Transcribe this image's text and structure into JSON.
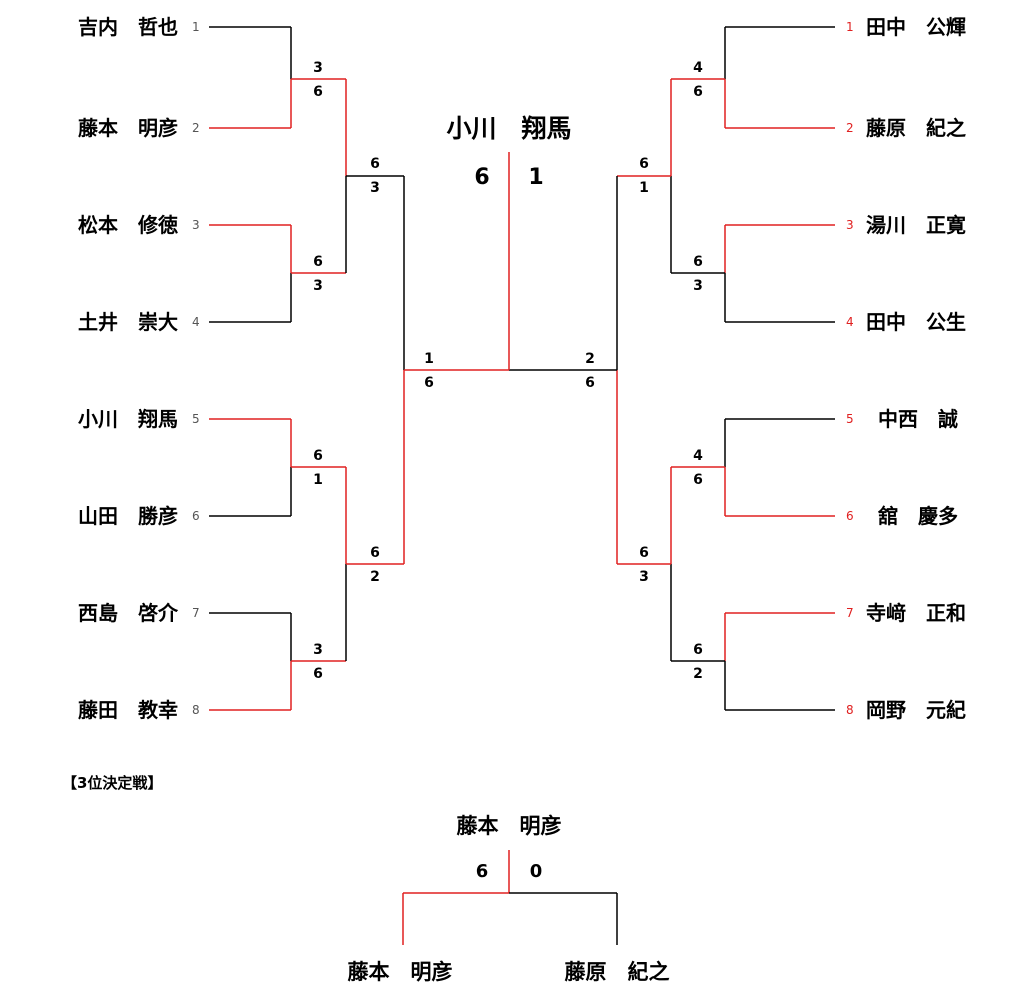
{
  "colors": {
    "win": "#e02020",
    "lose": "#000000",
    "seed_left": "#555555",
    "seed_right": "#e02020"
  },
  "left": {
    "players": [
      {
        "seed": "1",
        "name": "吉内　哲也"
      },
      {
        "seed": "2",
        "name": "藤本　明彦"
      },
      {
        "seed": "3",
        "name": "松本　修徳"
      },
      {
        "seed": "4",
        "name": "土井　崇大"
      },
      {
        "seed": "5",
        "name": "小川　翔馬"
      },
      {
        "seed": "6",
        "name": "山田　勝彦"
      },
      {
        "seed": "7",
        "name": "西島　啓介"
      },
      {
        "seed": "8",
        "name": "藤田　教幸"
      }
    ],
    "r1": [
      {
        "top": "3",
        "bottom": "6"
      },
      {
        "top": "6",
        "bottom": "3"
      },
      {
        "top": "6",
        "bottom": "1"
      },
      {
        "top": "3",
        "bottom": "6"
      }
    ],
    "r2": [
      {
        "top": "6",
        "bottom": "3"
      },
      {
        "top": "6",
        "bottom": "2"
      }
    ],
    "semi": {
      "top": "1",
      "bottom": "6"
    }
  },
  "right": {
    "players": [
      {
        "seed": "1",
        "name": "田中　公輝"
      },
      {
        "seed": "2",
        "name": "藤原　紀之"
      },
      {
        "seed": "3",
        "name": "湯川　正寛"
      },
      {
        "seed": "4",
        "name": "田中　公生"
      },
      {
        "seed": "5",
        "name": "中西　誠"
      },
      {
        "seed": "6",
        "name": "舘　慶多"
      },
      {
        "seed": "7",
        "name": "寺﨑　正和"
      },
      {
        "seed": "8",
        "name": "岡野　元紀"
      }
    ],
    "r1": [
      {
        "top": "4",
        "bottom": "6"
      },
      {
        "top": "6",
        "bottom": "3"
      },
      {
        "top": "4",
        "bottom": "6"
      },
      {
        "top": "6",
        "bottom": "2"
      }
    ],
    "r2": [
      {
        "top": "6",
        "bottom": "1"
      },
      {
        "top": "6",
        "bottom": "3"
      }
    ],
    "semi": {
      "top": "2",
      "bottom": "6"
    }
  },
  "final": {
    "champion": "小川　翔馬",
    "left_score": "6",
    "right_score": "1"
  },
  "third_place": {
    "label": "【3位決定戦】",
    "winner": "藤本　明彦",
    "left_score": "6",
    "right_score": "0",
    "left_player": "藤本　明彦",
    "right_player": "藤原　紀之"
  }
}
